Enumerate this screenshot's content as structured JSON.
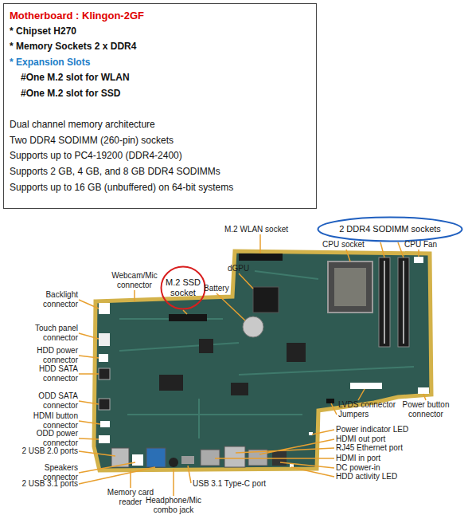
{
  "diagram": {
    "nodes": [
      {
        "text": [
          "Motherboard : Klingon-2GF",
          "* Chipset H270",
          "* Memory Sockets 2 x DDR4",
          "* Expansion Slots",
          "#One M.2 slot for WLAN",
          "#One M.2 slot for SSD",
          "Dual channel memory architecture",
          "Two DDR4 SODIMM (260-pin) sockets",
          "Supports up to PC4-19200 (DDR4-2400)",
          "Supports 2 GB, 4 GB, and 8 GB DDR4 SODIMMs",
          "Supports up to 16 GB (unbuffered) on 64-bit systems"
        ]
      },
      {
        "text": [
          "2 DDR4 SODIMM sockets"
        ]
      },
      {
        "text": [
          "M.2 SSD socket"
        ]
      }
    ],
    "labels": [
      "M.2 WLAN socket",
      "CPU socket",
      "CPU Fan",
      "dGPU",
      "Webcam/Mic connector",
      "Battery",
      "Backlight connector",
      "Touch panel connector",
      "HDD power connector",
      "HDD SATA connector",
      "ODD SATA connector",
      "HDMI button connector",
      "ODD power connector",
      "2 USB 2.0 ports",
      "Speakers connector",
      "2 USB 3.1 ports",
      "Memory card reader",
      "Headphone/Mic combo jack",
      "USB 3.1 Type-C port",
      "LVDS connector",
      "Jumpers",
      "Power button connector",
      "Power indicator LED",
      "HDMI out port",
      "RJ45 Ethernet port",
      "HDMI in port",
      "DC power-in",
      "HDD activity LED"
    ]
  }
}
